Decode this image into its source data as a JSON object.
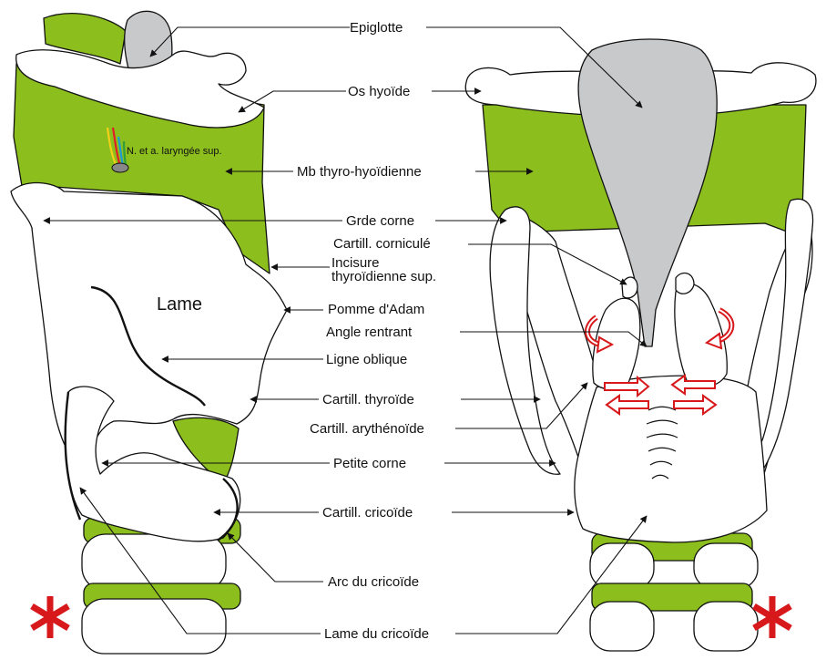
{
  "colors": {
    "membrane": "#8cbe1e",
    "epiglottis": "#c8c9cb",
    "outline": "#111111",
    "accent_red": "#d7191c",
    "wire_red": "#e31e24",
    "wire_yellow": "#f2d018",
    "wire_blue": "#1e9bd7",
    "wire_green": "#2e9e3a"
  },
  "labels": {
    "epiglotte": "Epiglotte",
    "os_hyoide": "Os hyoïde",
    "nerf": "N. et a. laryngée sup.",
    "mb_thyro_hyoidienne": "Mb thyro-hyoïdienne",
    "grde_corne": "Grde corne",
    "cartill_cornicule": "Cartill. corniculé",
    "incisure_l1": "Incisure",
    "incisure_l2": "thyroïdienne sup.",
    "lame": "Lame",
    "pomme_adam": "Pomme d'Adam",
    "angle_rentrant": "Angle rentrant",
    "ligne_oblique": "Ligne oblique",
    "cartill_thyroide": "Cartill. thyroïde",
    "cartill_arytenoide": "Cartill. arythénoïde",
    "petite_corne": "Petite corne",
    "cartill_cricoide": "Cartill. cricoïde",
    "arc_cricoide": "Arc du cricoïde",
    "lame_cricoide": "Lame du cricoïde"
  },
  "icons": {
    "asterisk_left": "red-asterisk-icon",
    "asterisk_right": "red-asterisk-icon"
  }
}
